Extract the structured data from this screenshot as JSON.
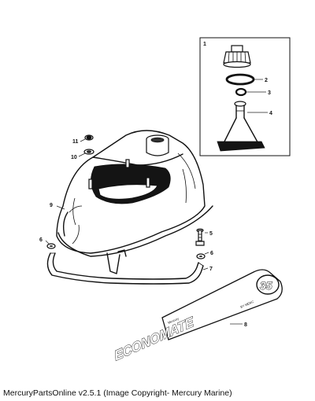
{
  "caption": "MercuryPartsOnline v2.5.1 (Image Copyright- Mercury Marine)",
  "decal": {
    "brand": "ECONOMATE",
    "model": "35",
    "small_text_top": "Mercury",
    "small_text_bottom": "BY MERC"
  },
  "callouts": {
    "n1": "1",
    "n2": "2",
    "n3": "3",
    "n4": "4",
    "n5": "5",
    "n6a": "6",
    "n6b": "6",
    "n7": "7",
    "n8": "8",
    "n9": "9",
    "n10": "10",
    "n11": "11"
  }
}
